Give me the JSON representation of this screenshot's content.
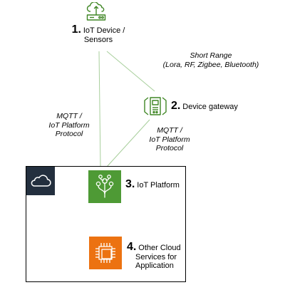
{
  "colors": {
    "iot_green": "#3f8624",
    "platform_tile": "#4e9a35",
    "compute_tile": "#ec7211",
    "cloud_tab": "#232f3e",
    "connector": "#a8cf9c"
  },
  "icons": {
    "device": "iot-device-sensor-icon",
    "gateway": "device-gateway-icon",
    "platform": "iot-core-icon",
    "compute": "ec2-chip-icon",
    "cloud": "aws-cloud-icon"
  },
  "nodes": {
    "device": {
      "number": "1.",
      "line1": "IoT Device /",
      "line2": "Sensors"
    },
    "gateway": {
      "number": "2.",
      "label": "Device gateway"
    },
    "platform": {
      "number": "3.",
      "label": "IoT Platform"
    },
    "services": {
      "number": "4.",
      "line1": "Other Cloud",
      "line2": "Services for",
      "line3": "Application"
    }
  },
  "edges": {
    "short_range": {
      "line1": "Short Range",
      "line2": "(Lora, RF, Zigbee, Bluetooth)"
    },
    "device_platform": {
      "line1": "MQTT /",
      "line2": "IoT Platform",
      "line3": "Protocol"
    },
    "gateway_platform": {
      "line1": "MQTT /",
      "line2": "IoT Platform",
      "line3": "Protocol"
    }
  }
}
